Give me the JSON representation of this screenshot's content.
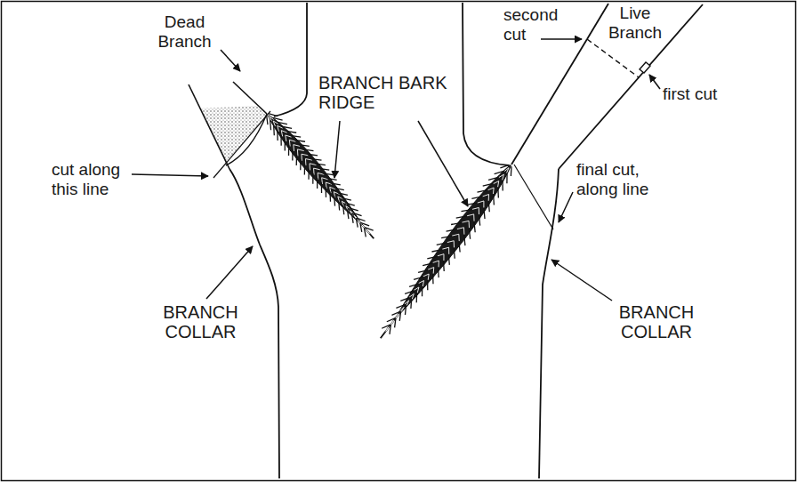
{
  "diagram": {
    "labels": [
      "Dead Branch",
      "second cut",
      "Live Branch",
      "BRANCH BARK RIDGE",
      "first cut",
      "cut along this line",
      "final cut, along line",
      "BRANCH COLLAR",
      "BRANCH COLLAR"
    ]
  }
}
